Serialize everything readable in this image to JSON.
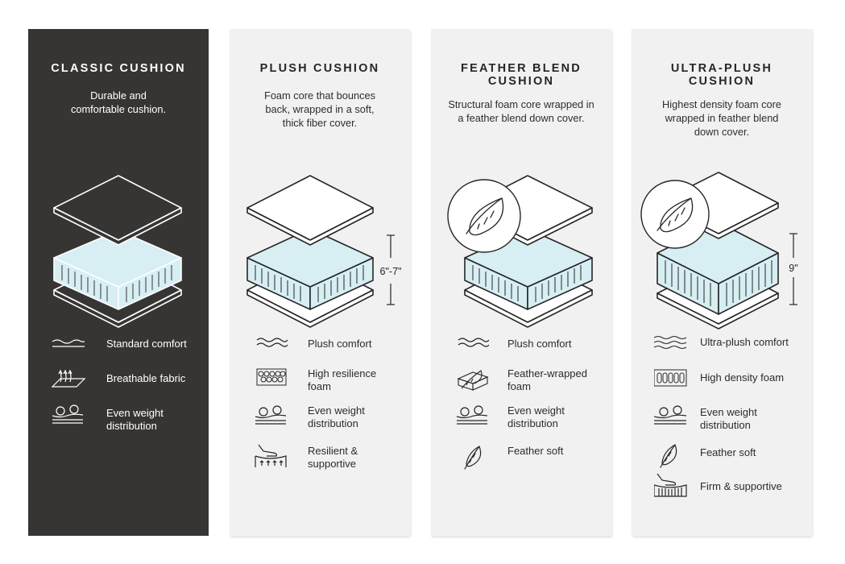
{
  "colors": {
    "dark_panel": "#373534",
    "light_panel": "#f1f1f1",
    "foam_fill": "#d7eef3",
    "line_dark": "#262626",
    "line_light": "#ffffff"
  },
  "panels": [
    {
      "title": [
        "CLASSIC CUSHION"
      ],
      "description": [
        "Durable and",
        "comfortable cushion."
      ],
      "features": [
        {
          "icon": "wave-lines-icon",
          "label": [
            "Standard comfort"
          ]
        },
        {
          "icon": "breathable-fabric-icon",
          "label": [
            "Breathable fabric"
          ]
        },
        {
          "icon": "weight-balls-icon",
          "label": [
            "Even weight",
            "distribution"
          ]
        }
      ]
    },
    {
      "title": [
        "PLUSH CUSHION"
      ],
      "description": [
        "Foam core that bounces",
        "back, wrapped in a soft,",
        "thick fiber cover."
      ],
      "dimension": "6\"-7\"",
      "features": [
        {
          "icon": "wave-lines-icon",
          "label": [
            "Plush comfort"
          ]
        },
        {
          "icon": "honeycomb-foam-icon",
          "label": [
            "High resilience",
            "foam"
          ]
        },
        {
          "icon": "weight-balls-icon",
          "label": [
            "Even weight",
            "distribution"
          ]
        },
        {
          "icon": "pressing-hand-icon",
          "label": [
            "Resilient &",
            "supportive"
          ]
        }
      ]
    },
    {
      "title": [
        "FEATHER BLEND",
        "CUSHION"
      ],
      "description": [
        "Structural foam core wrapped in",
        "a feather blend down cover."
      ],
      "features": [
        {
          "icon": "wave-lines-icon",
          "label": [
            "Plush comfort"
          ]
        },
        {
          "icon": "feather-wrapped-icon",
          "label": [
            "Feather-wrapped",
            "foam"
          ]
        },
        {
          "icon": "weight-balls-icon",
          "label": [
            "Even weight",
            "distribution"
          ]
        },
        {
          "icon": "feather-icon",
          "label": [
            "Feather soft"
          ]
        }
      ]
    },
    {
      "title": [
        "ULTRA-PLUSH",
        "CUSHION"
      ],
      "description": [
        "Highest density foam core",
        "wrapped in feather blend",
        "down cover."
      ],
      "dimension": "9\"",
      "features": [
        {
          "icon": "triple-wave-icon",
          "label": [
            "Ultra-plush comfort"
          ]
        },
        {
          "icon": "density-foam-icon",
          "label": [
            "High density foam"
          ]
        },
        {
          "icon": "weight-balls-icon",
          "label": [
            "Even weight",
            "distribution"
          ]
        },
        {
          "icon": "feather-icon",
          "label": [
            "Feather soft"
          ]
        },
        {
          "icon": "pressing-hand-icon",
          "label": [
            "Firm & supportive"
          ]
        }
      ]
    }
  ]
}
